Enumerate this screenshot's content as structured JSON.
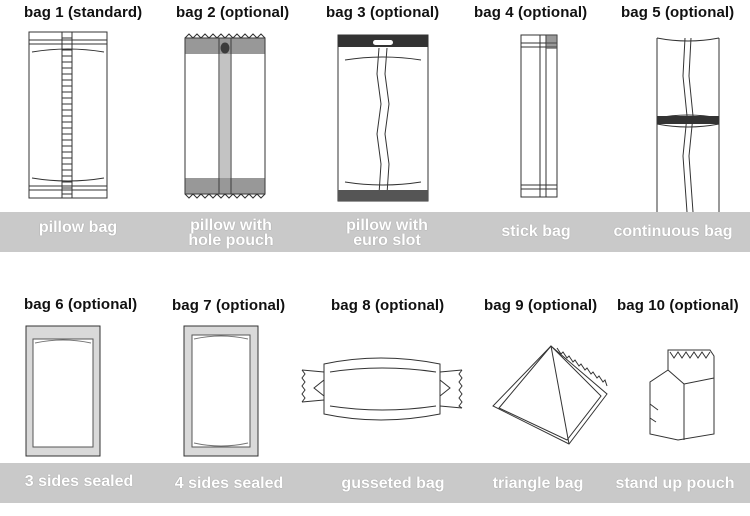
{
  "row1": [
    {
      "title": "bag 1 (standard)",
      "label": "pillow bag"
    },
    {
      "title": "bag 2 (optional)",
      "label": "pillow with\nhole pouch"
    },
    {
      "title": "bag 3 (optional)",
      "label": "pillow with\neuro slot"
    },
    {
      "title": "bag 4  (optional)",
      "label": "stick bag"
    },
    {
      "title": "bag 5 (optional)",
      "label": "continuous bag"
    }
  ],
  "row2": [
    {
      "title": "bag 6 (optional)",
      "label": "3 sides sealed"
    },
    {
      "title": "bag 7 (optional)",
      "label": "4 sides sealed"
    },
    {
      "title": "bag 8 (optional)",
      "label": "gusseted bag"
    },
    {
      "title": "bag 9 (optional)",
      "label": "triangle bag"
    },
    {
      "title": "bag 10 (optional)",
      "label": "stand up pouch"
    }
  ],
  "colors": {
    "band": "#c9c9c9",
    "label_text": "#ffffff",
    "line_art": "#333333"
  }
}
